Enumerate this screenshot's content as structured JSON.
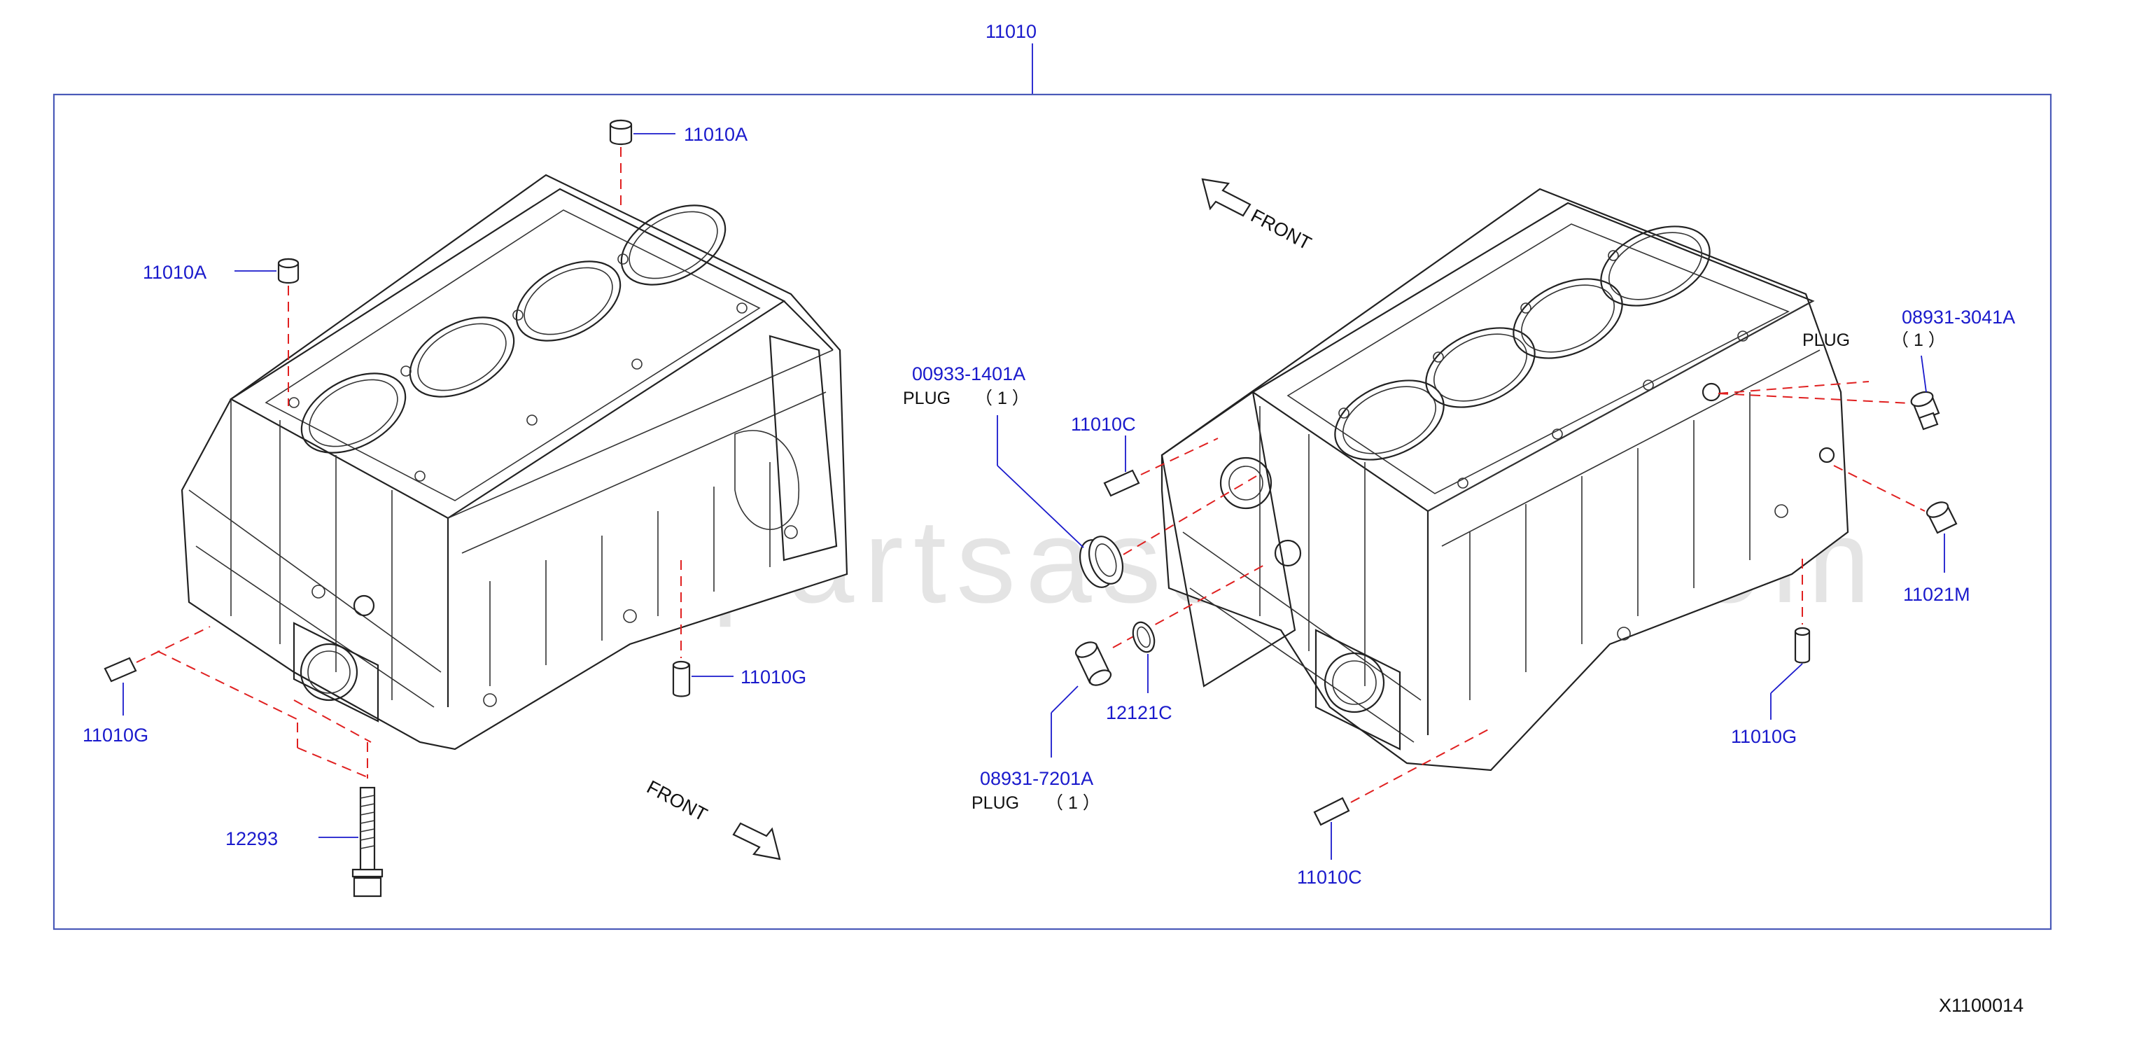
{
  "diagram": {
    "assembly_number": "11010",
    "catalog_ref": "X1100014",
    "watermark": "www.partsassistant.com",
    "front_label_top": "FRONT",
    "front_label_bottom": "FRONT",
    "callouts": {
      "c_11010A_top": "11010A",
      "c_11010A_left": "11010A",
      "c_11010G_left": "11010G",
      "c_11010G_mid": "11010G",
      "c_12293": "12293",
      "c_00933": "00933-1401A",
      "c_00933_plug": "PLUG",
      "c_00933_qty": "（ 1 ）",
      "c_11010C_top": "11010C",
      "c_08931_7201A": "08931-7201A",
      "c_08931_7201A_plug": "PLUG",
      "c_08931_7201A_qty": "（ 1 ）",
      "c_12121C": "12121C",
      "c_11010C_bottom": "11010C",
      "c_08931_3041A": "08931-3041A",
      "c_08931_3041A_plug": "PLUG",
      "c_08931_3041A_qty": "（ 1 ）",
      "c_11021M": "11021M",
      "c_11010G_right": "11010G"
    }
  }
}
